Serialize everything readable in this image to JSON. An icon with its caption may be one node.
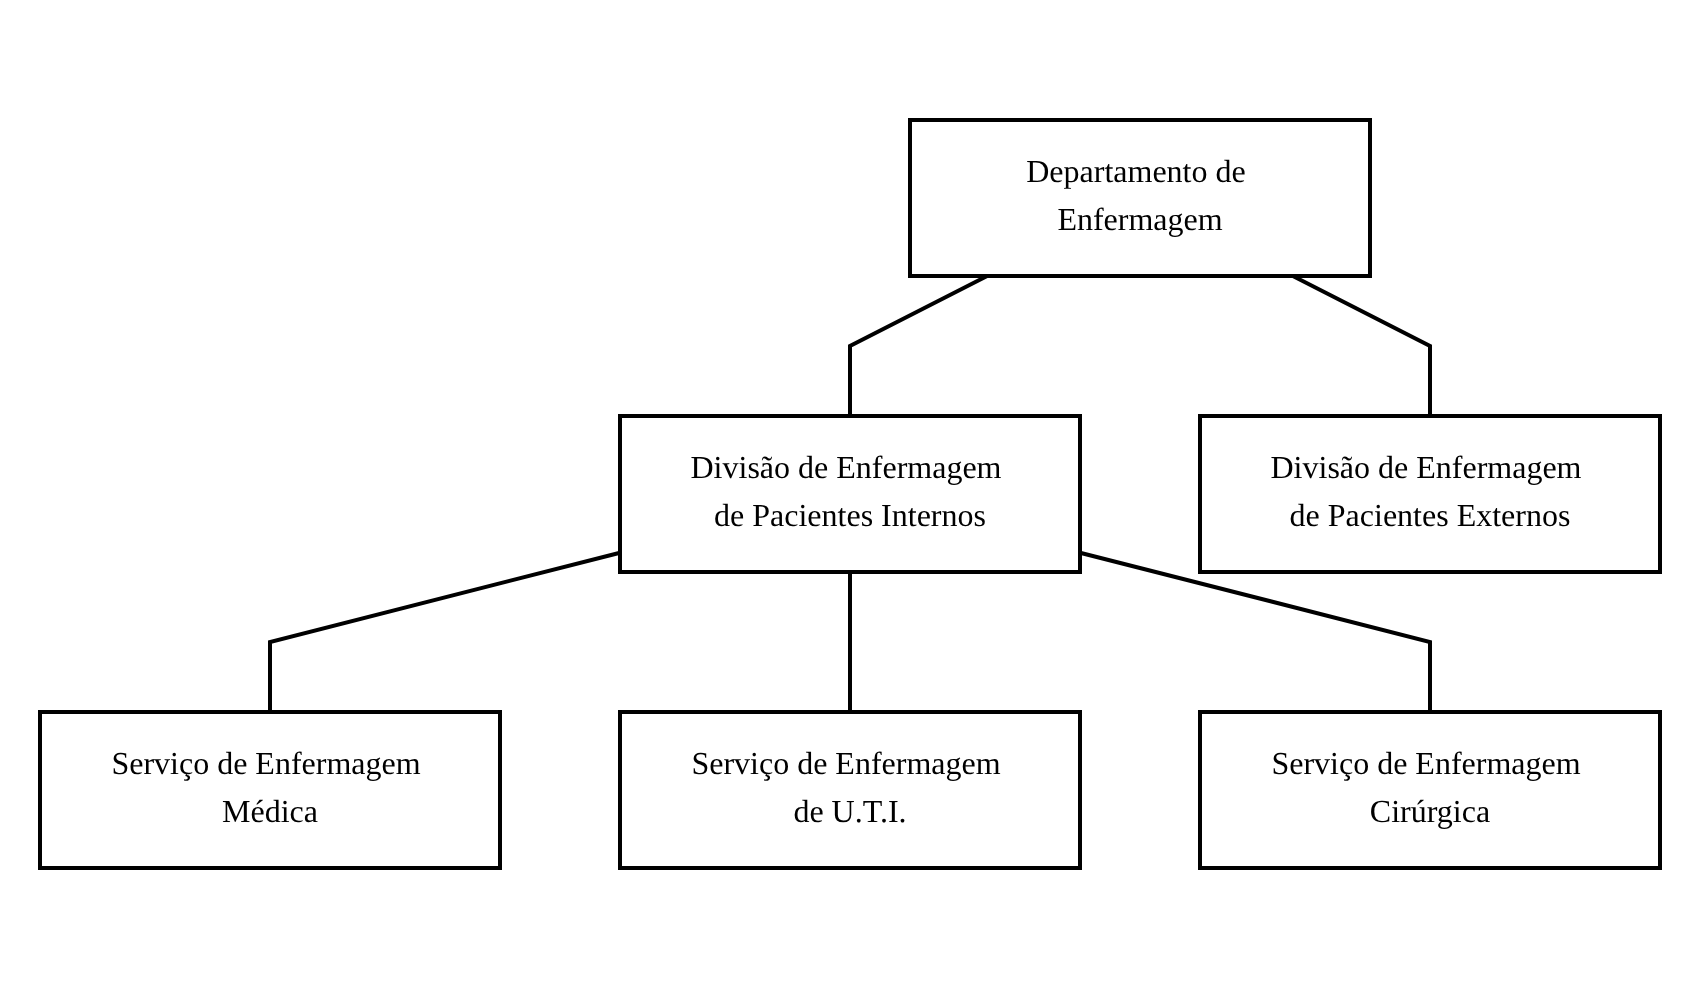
{
  "diagram": {
    "nodes": [
      {
        "text": [
          "Departamento de Enfermagem"
        ]
      },
      {
        "text": [
          "Divisão de Enfermagem de Pacientes Internos"
        ]
      },
      {
        "text": [
          "Divisão de Enfermagem de Pacientes Externos"
        ]
      },
      {
        "text": [
          "Serviço de Enfermagem Médica"
        ]
      },
      {
        "text": [
          "Serviço de Enfermagem de U.T.I."
        ]
      },
      {
        "text": [
          "Serviço de Enfermagem Cirúrgica"
        ]
      }
    ],
    "edges": [
      {
        "from": 0,
        "to": 1,
        "arrow": "none"
      },
      {
        "from": 0,
        "to": 2,
        "arrow": "none"
      },
      {
        "from": 1,
        "to": 3,
        "arrow": "none"
      },
      {
        "from": 1,
        "to": 4,
        "arrow": "none"
      },
      {
        "from": 1,
        "to": 5,
        "arrow": "none"
      }
    ]
  }
}
